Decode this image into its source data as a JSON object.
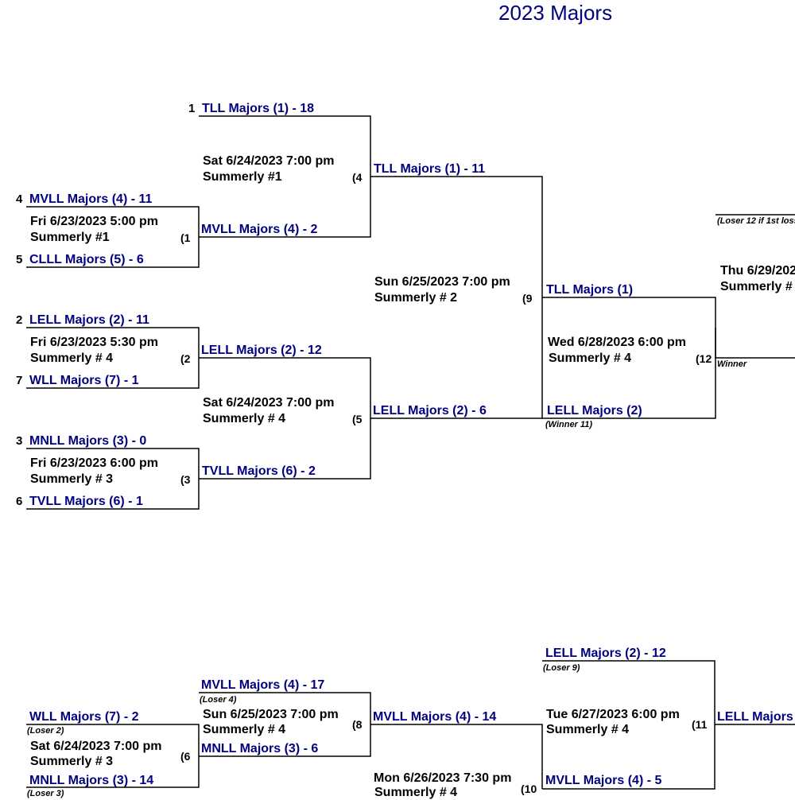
{
  "title": "2023 Majors",
  "seeds": [
    "1",
    "4",
    "5",
    "2",
    "7",
    "3",
    "6"
  ],
  "teams": {
    "w1_tll": "TLL Majors (1) - 18",
    "w1_mvll": "MVLL Majors (4) - 11",
    "w1_clll": "CLLL Majors (5) - 6",
    "w1_lell": "LELL Majors (2) - 11",
    "w1_wll": "WLL Majors (7) - 1",
    "w1_mnll": "MNLL Majors (3) - 0",
    "w1_tvll": "TVLL Majors (6) - 1",
    "w2_mvll": "MVLL Majors (4) - 2",
    "w2_lell": "LELL Majors (2) - 12",
    "w2_tvll": "TVLL Majors (6) - 2",
    "w3_tll": "TLL Majors (1) - 11",
    "w3_lell": "LELL Majors (2) - 6",
    "w4_tll": "TLL Majors (1)",
    "w4_lell": "LELL Majors (2)",
    "l1_wll": "WLL Majors (7) - 2",
    "l1_mnll": "MNLL Majors (3) - 14",
    "l2_mvll": "MVLL Majors (4) - 17",
    "l2_mnll": "MNLL Majors (3) - 6",
    "l3_mvll": "MVLL Majors (4) - 14",
    "l4_lell": "LELL Majors (2) - 12",
    "l4_mvll": "MVLL Majors (4) - 5",
    "l5_lell": "LELL Majors"
  },
  "games": {
    "g1": {
      "date": "Fri 6/23/2023 5:00 pm",
      "site": "Summerly #1",
      "num": "(1"
    },
    "g2": {
      "date": "Fri 6/23/2023 5:30 pm",
      "site": "Summerly # 4",
      "num": "(2"
    },
    "g3": {
      "date": "Fri 6/23/2023 6:00 pm",
      "site": "Summerly # 3",
      "num": "(3"
    },
    "g4": {
      "date": "Sat 6/24/2023 7:00 pm",
      "site": "Summerly #1",
      "num": "(4"
    },
    "g5": {
      "date": "Sat 6/24/2023 7:00 pm",
      "site": "Summerly # 4",
      "num": "(5"
    },
    "g6": {
      "date": "Sat 6/24/2023 7:00 pm",
      "site": "Summerly # 3",
      "num": "(6"
    },
    "g8": {
      "date": "Sun 6/25/2023 7:00 pm",
      "site": "Summerly # 4",
      "num": "(8"
    },
    "g9": {
      "date": "Sun 6/25/2023 7:00 pm",
      "site": "Summerly # 2",
      "num": "(9"
    },
    "g10": {
      "date": "Mon 6/26/2023 7:30 pm",
      "site": "Summerly # 4",
      "num": "(10"
    },
    "g11": {
      "date": "Tue 6/27/2023 6:00 pm",
      "site": "Summerly # 4",
      "num": "(11"
    },
    "g12": {
      "date": "Wed 6/28/2023 6:00 pm",
      "site": "Summerly # 4",
      "num": "(12"
    },
    "g13": {
      "date": "Thu 6/29/202",
      "site": "Summerly # "
    }
  },
  "notes": {
    "loser12": "(Loser 12 if 1st loss",
    "winner": "Winner",
    "winner11": "(Winner 11)",
    "loser9": "(Loser 9)",
    "loser4": "(Loser 4)",
    "loser2": "(Loser 2)",
    "loser3": "(Loser 3)"
  },
  "colors": {
    "team_text": "#000080",
    "title": "#000080",
    "lines": "#000000"
  }
}
